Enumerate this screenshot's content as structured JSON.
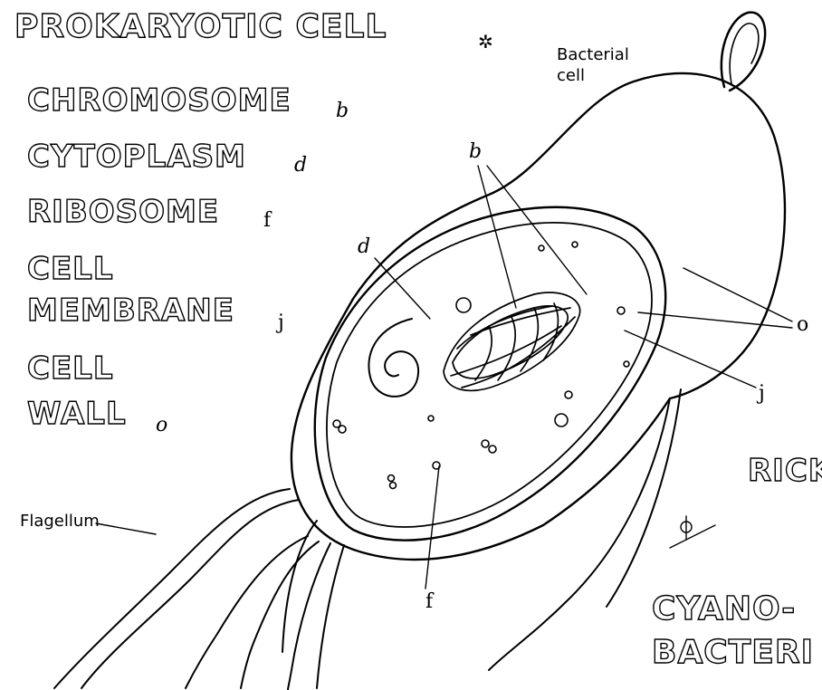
{
  "title": {
    "text": "PROKARYOTIC CELL",
    "mark": "✲"
  },
  "legend": [
    {
      "key": "chromosome",
      "line1": "CHROMOSOME",
      "sub": "b"
    },
    {
      "key": "cytoplasm",
      "line1": "CYTOPLASM",
      "sub": "d"
    },
    {
      "key": "ribosome",
      "line1": "RIBOSOME",
      "sub": "f"
    },
    {
      "key": "cell-membrane",
      "line1": "CELL",
      "line2": "MEMBRANE",
      "sub": "j"
    },
    {
      "key": "cell-wall",
      "line1": "CELL",
      "line2": "WALL",
      "sub": "o"
    }
  ],
  "right_headings": {
    "rick": "RICK",
    "cyano_line1": "CYANO-",
    "cyano_line2": "BACTERI"
  },
  "labels": {
    "bacterial_cell_line1": "Bacterial",
    "bacterial_cell_line2": "cell",
    "flagellum": "Flagellum",
    "b": "b",
    "d": "d",
    "f": "f",
    "j": "j",
    "o": "o",
    "phi": "ϕ"
  }
}
